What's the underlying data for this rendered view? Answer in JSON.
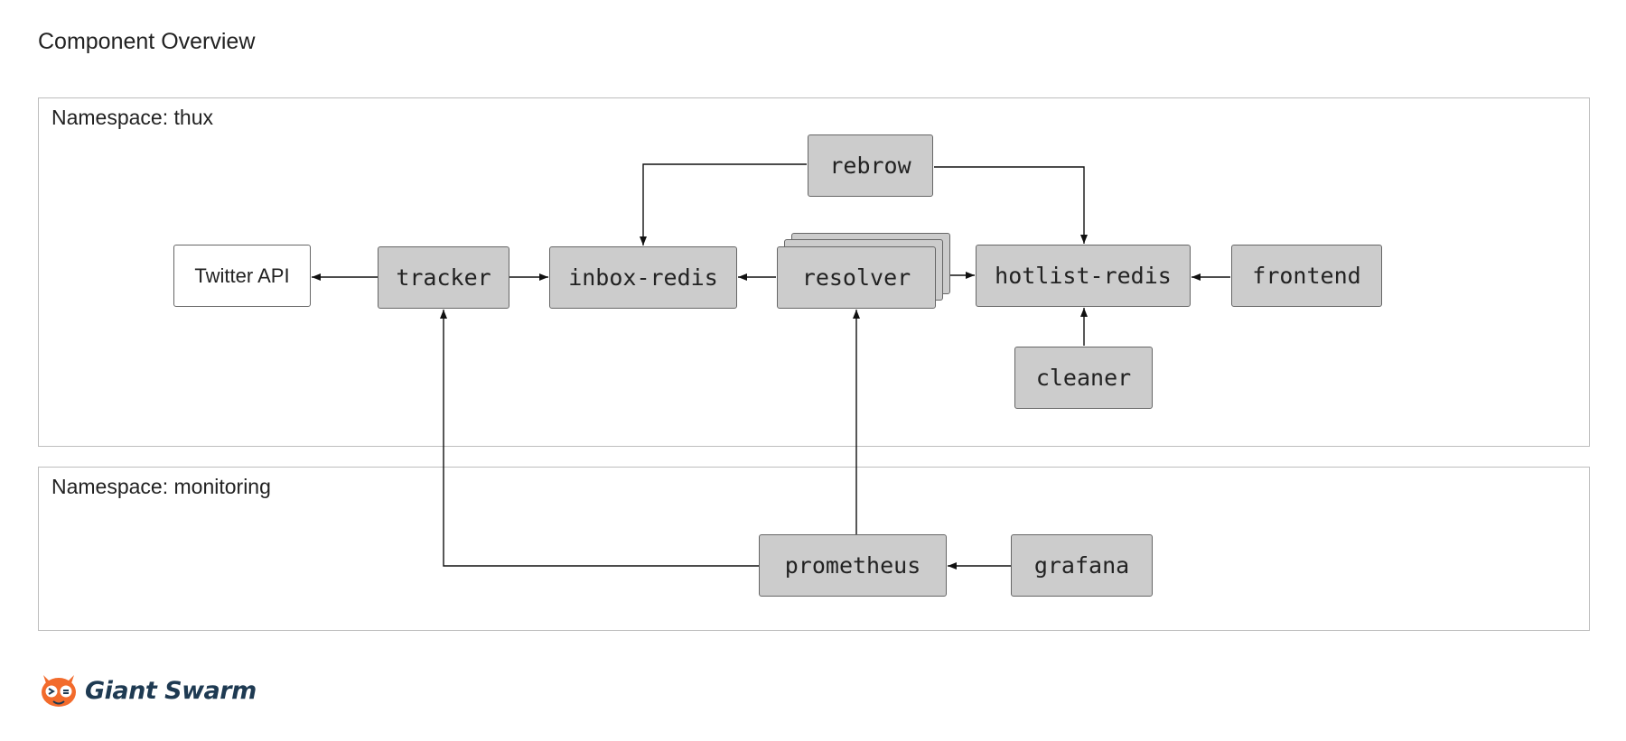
{
  "title": "Component Overview",
  "namespaces": {
    "thux": {
      "label": "Namespace: thux"
    },
    "monitoring": {
      "label": "Namespace: monitoring"
    }
  },
  "nodes": {
    "twitter_api": "Twitter API",
    "tracker": "tracker",
    "inbox_redis": "inbox-redis",
    "resolver": "resolver",
    "hotlist_redis": "hotlist-redis",
    "frontend": "frontend",
    "rebrow": "rebrow",
    "cleaner": "cleaner",
    "prometheus": "prometheus",
    "grafana": "grafana"
  },
  "edges": [
    {
      "from": "tracker",
      "to": "twitter_api"
    },
    {
      "from": "tracker",
      "to": "inbox_redis"
    },
    {
      "from": "resolver",
      "to": "inbox_redis"
    },
    {
      "from": "resolver",
      "to": "hotlist_redis"
    },
    {
      "from": "frontend",
      "to": "hotlist_redis"
    },
    {
      "from": "rebrow",
      "to": "inbox_redis"
    },
    {
      "from": "rebrow",
      "to": "hotlist_redis"
    },
    {
      "from": "cleaner",
      "to": "hotlist_redis"
    },
    {
      "from": "prometheus",
      "to": "tracker"
    },
    {
      "from": "prometheus",
      "to": "resolver"
    },
    {
      "from": "grafana",
      "to": "prometheus"
    }
  ],
  "logo": {
    "text": "Giant Swarm",
    "colors": {
      "mascot": "#f26b2c",
      "text": "#1e3a52"
    },
    "icon": "giant-swarm-mascot-icon"
  },
  "colors": {
    "node_fill": "#cccccc",
    "node_border": "#666666",
    "namespace_border": "#bdbdbd",
    "edge": "#111111"
  }
}
